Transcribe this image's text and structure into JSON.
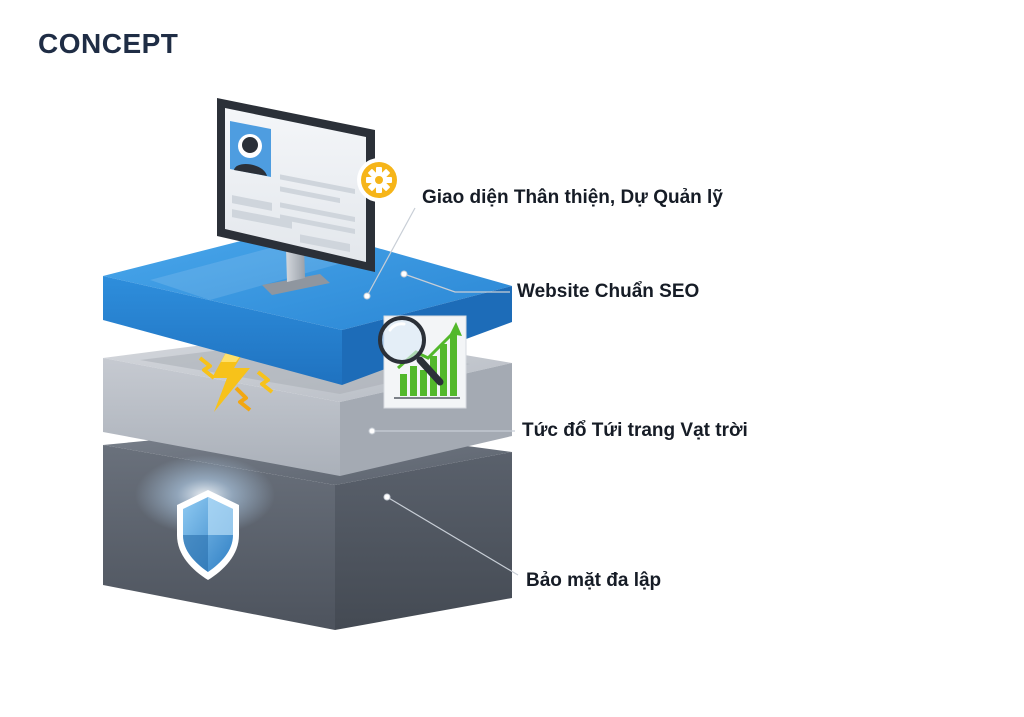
{
  "title": "CONCEPT",
  "layers": [
    {
      "id": "interface",
      "label": "Giao diện Thân thiện, Dự Quản lỹ",
      "icon": "monitor-icon"
    },
    {
      "id": "seo",
      "label": "Website Chuẩn SEO",
      "icon": "magnifier-chart-icon"
    },
    {
      "id": "speed",
      "label": "Tức đổ Tứi trang Vạt trời",
      "icon": "lightning-icon"
    },
    {
      "id": "security",
      "label": "Bảo mặt đa lập",
      "icon": "shield-icon"
    }
  ],
  "colors": {
    "title": "#1f2d45",
    "label": "#161c26",
    "blue_layer": "#2f95e0",
    "gray_layer": "#bfc3ca",
    "dark_layer": "#5f6671",
    "gear": "#f6b519",
    "lightning": "#f7c21a",
    "chart_bars": "#52b82b",
    "shield": "#5fa8de"
  }
}
